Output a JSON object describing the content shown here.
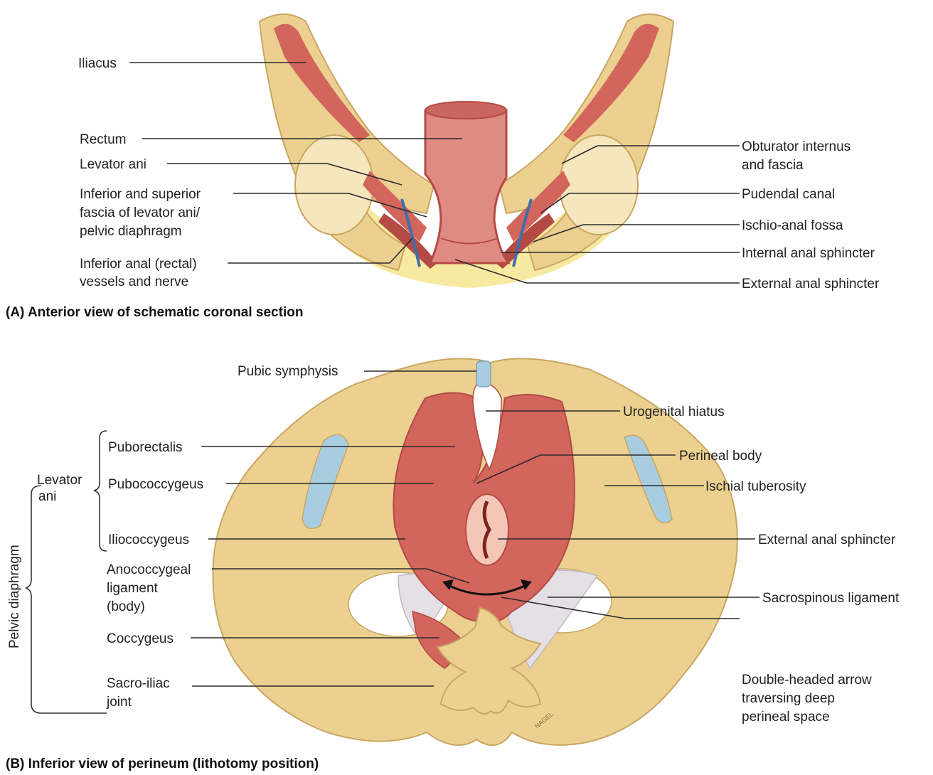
{
  "panel_a": {
    "caption": "(A) Anterior view of schematic coronal section",
    "labels": {
      "iliacus": "Iliacus",
      "rectum": "Rectum",
      "levator_ani": "Levator ani",
      "fascia_1": "Inferior and superior",
      "fascia_2": "fascia of levator ani/",
      "fascia_3": "pelvic diaphragm",
      "vessels_1": "Inferior anal (rectal)",
      "vessels_2": "vessels and nerve",
      "obturator_1": "Obturator internus",
      "obturator_2": "and fascia",
      "pudendal_canal": "Pudendal canal",
      "ischio_anal_fossa": "Ischio-anal fossa",
      "internal_sphincter": "Internal anal sphincter",
      "external_sphincter": "External anal sphincter"
    }
  },
  "panel_b": {
    "caption": "(B) Inferior view of perineum (lithotomy position)",
    "labels": {
      "pubic_symphysis": "Pubic symphysis",
      "urogenital_hiatus": "Urogenital hiatus",
      "puborectalis": "Puborectalis",
      "perineal_body": "Perineal body",
      "levator_1": "Levator",
      "levator_2": "ani",
      "pubococcygeus": "Pubococcygeus",
      "ischial_tuberosity": "Ischial tuberosity",
      "iliococcygeus": "Iliococcygeus",
      "external_sphincter": "External anal sphincter",
      "anococcygeal_1": "Anococcygeal",
      "anococcygeal_2": "ligament",
      "anococcygeal_3": "(body)",
      "sacrospinous": "Sacrospinous ligament",
      "coccygeus": "Coccygeus",
      "sacroiliac_1": "Sacro-iliac",
      "sacroiliac_2": "joint",
      "arrow_1": "Double-headed arrow",
      "arrow_2": "traversing deep",
      "arrow_3": "perineal space",
      "pelvic_diaphragm": "Pelvic diaphragm",
      "artist_signature": "NAGEL"
    }
  },
  "colors": {
    "bone": "#ecd090",
    "bone_edge": "#c9a562",
    "marrow": "#f6e6bd",
    "muscle": "#d2655c",
    "muscle_dark": "#b44a44",
    "rectum": "#df8a82",
    "fat": "#f8e9a0",
    "cartilage": "#a9cde0",
    "ligament": "#e4e0e6"
  }
}
